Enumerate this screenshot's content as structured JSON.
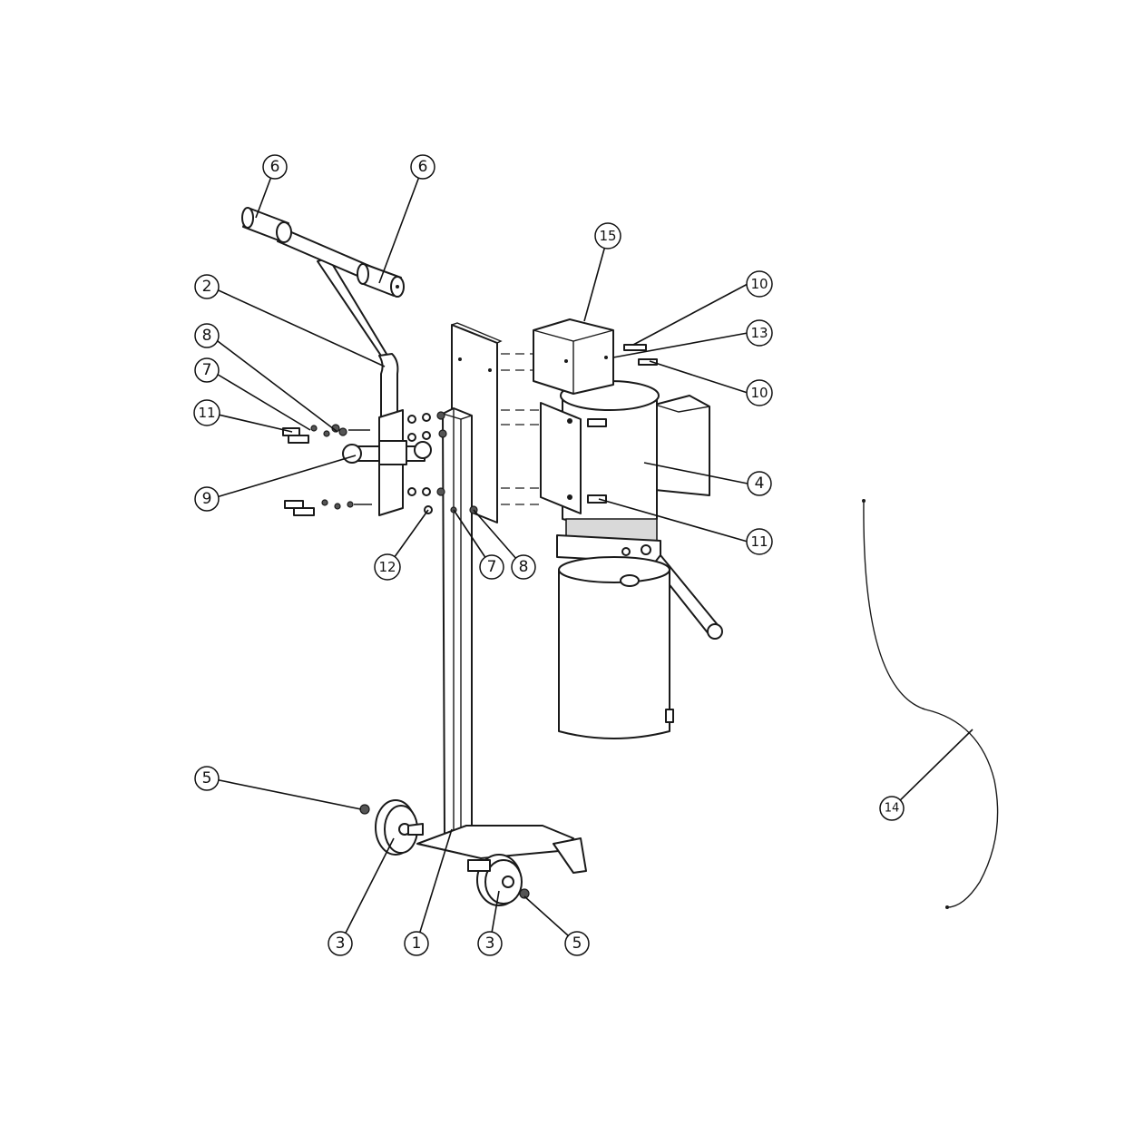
{
  "callouts": [
    {
      "id": "c6a",
      "label": "6"
    },
    {
      "id": "c6b",
      "label": "6"
    },
    {
      "id": "c15",
      "label": "15"
    },
    {
      "id": "c2",
      "label": "2"
    },
    {
      "id": "c10a",
      "label": "10"
    },
    {
      "id": "c13",
      "label": "13"
    },
    {
      "id": "c10b",
      "label": "10"
    },
    {
      "id": "c8a",
      "label": "8"
    },
    {
      "id": "c7a",
      "label": "7"
    },
    {
      "id": "c11a",
      "label": "11"
    },
    {
      "id": "c4",
      "label": "4"
    },
    {
      "id": "c9",
      "label": "9"
    },
    {
      "id": "c11b",
      "label": "11"
    },
    {
      "id": "c12",
      "label": "12"
    },
    {
      "id": "c7b",
      "label": "7"
    },
    {
      "id": "c8b",
      "label": "8"
    },
    {
      "id": "c5a",
      "label": "5"
    },
    {
      "id": "c14",
      "label": "14"
    },
    {
      "id": "c3a",
      "label": "3"
    },
    {
      "id": "c1",
      "label": "1"
    },
    {
      "id": "c3b",
      "label": "3"
    },
    {
      "id": "c5b",
      "label": "5"
    }
  ]
}
